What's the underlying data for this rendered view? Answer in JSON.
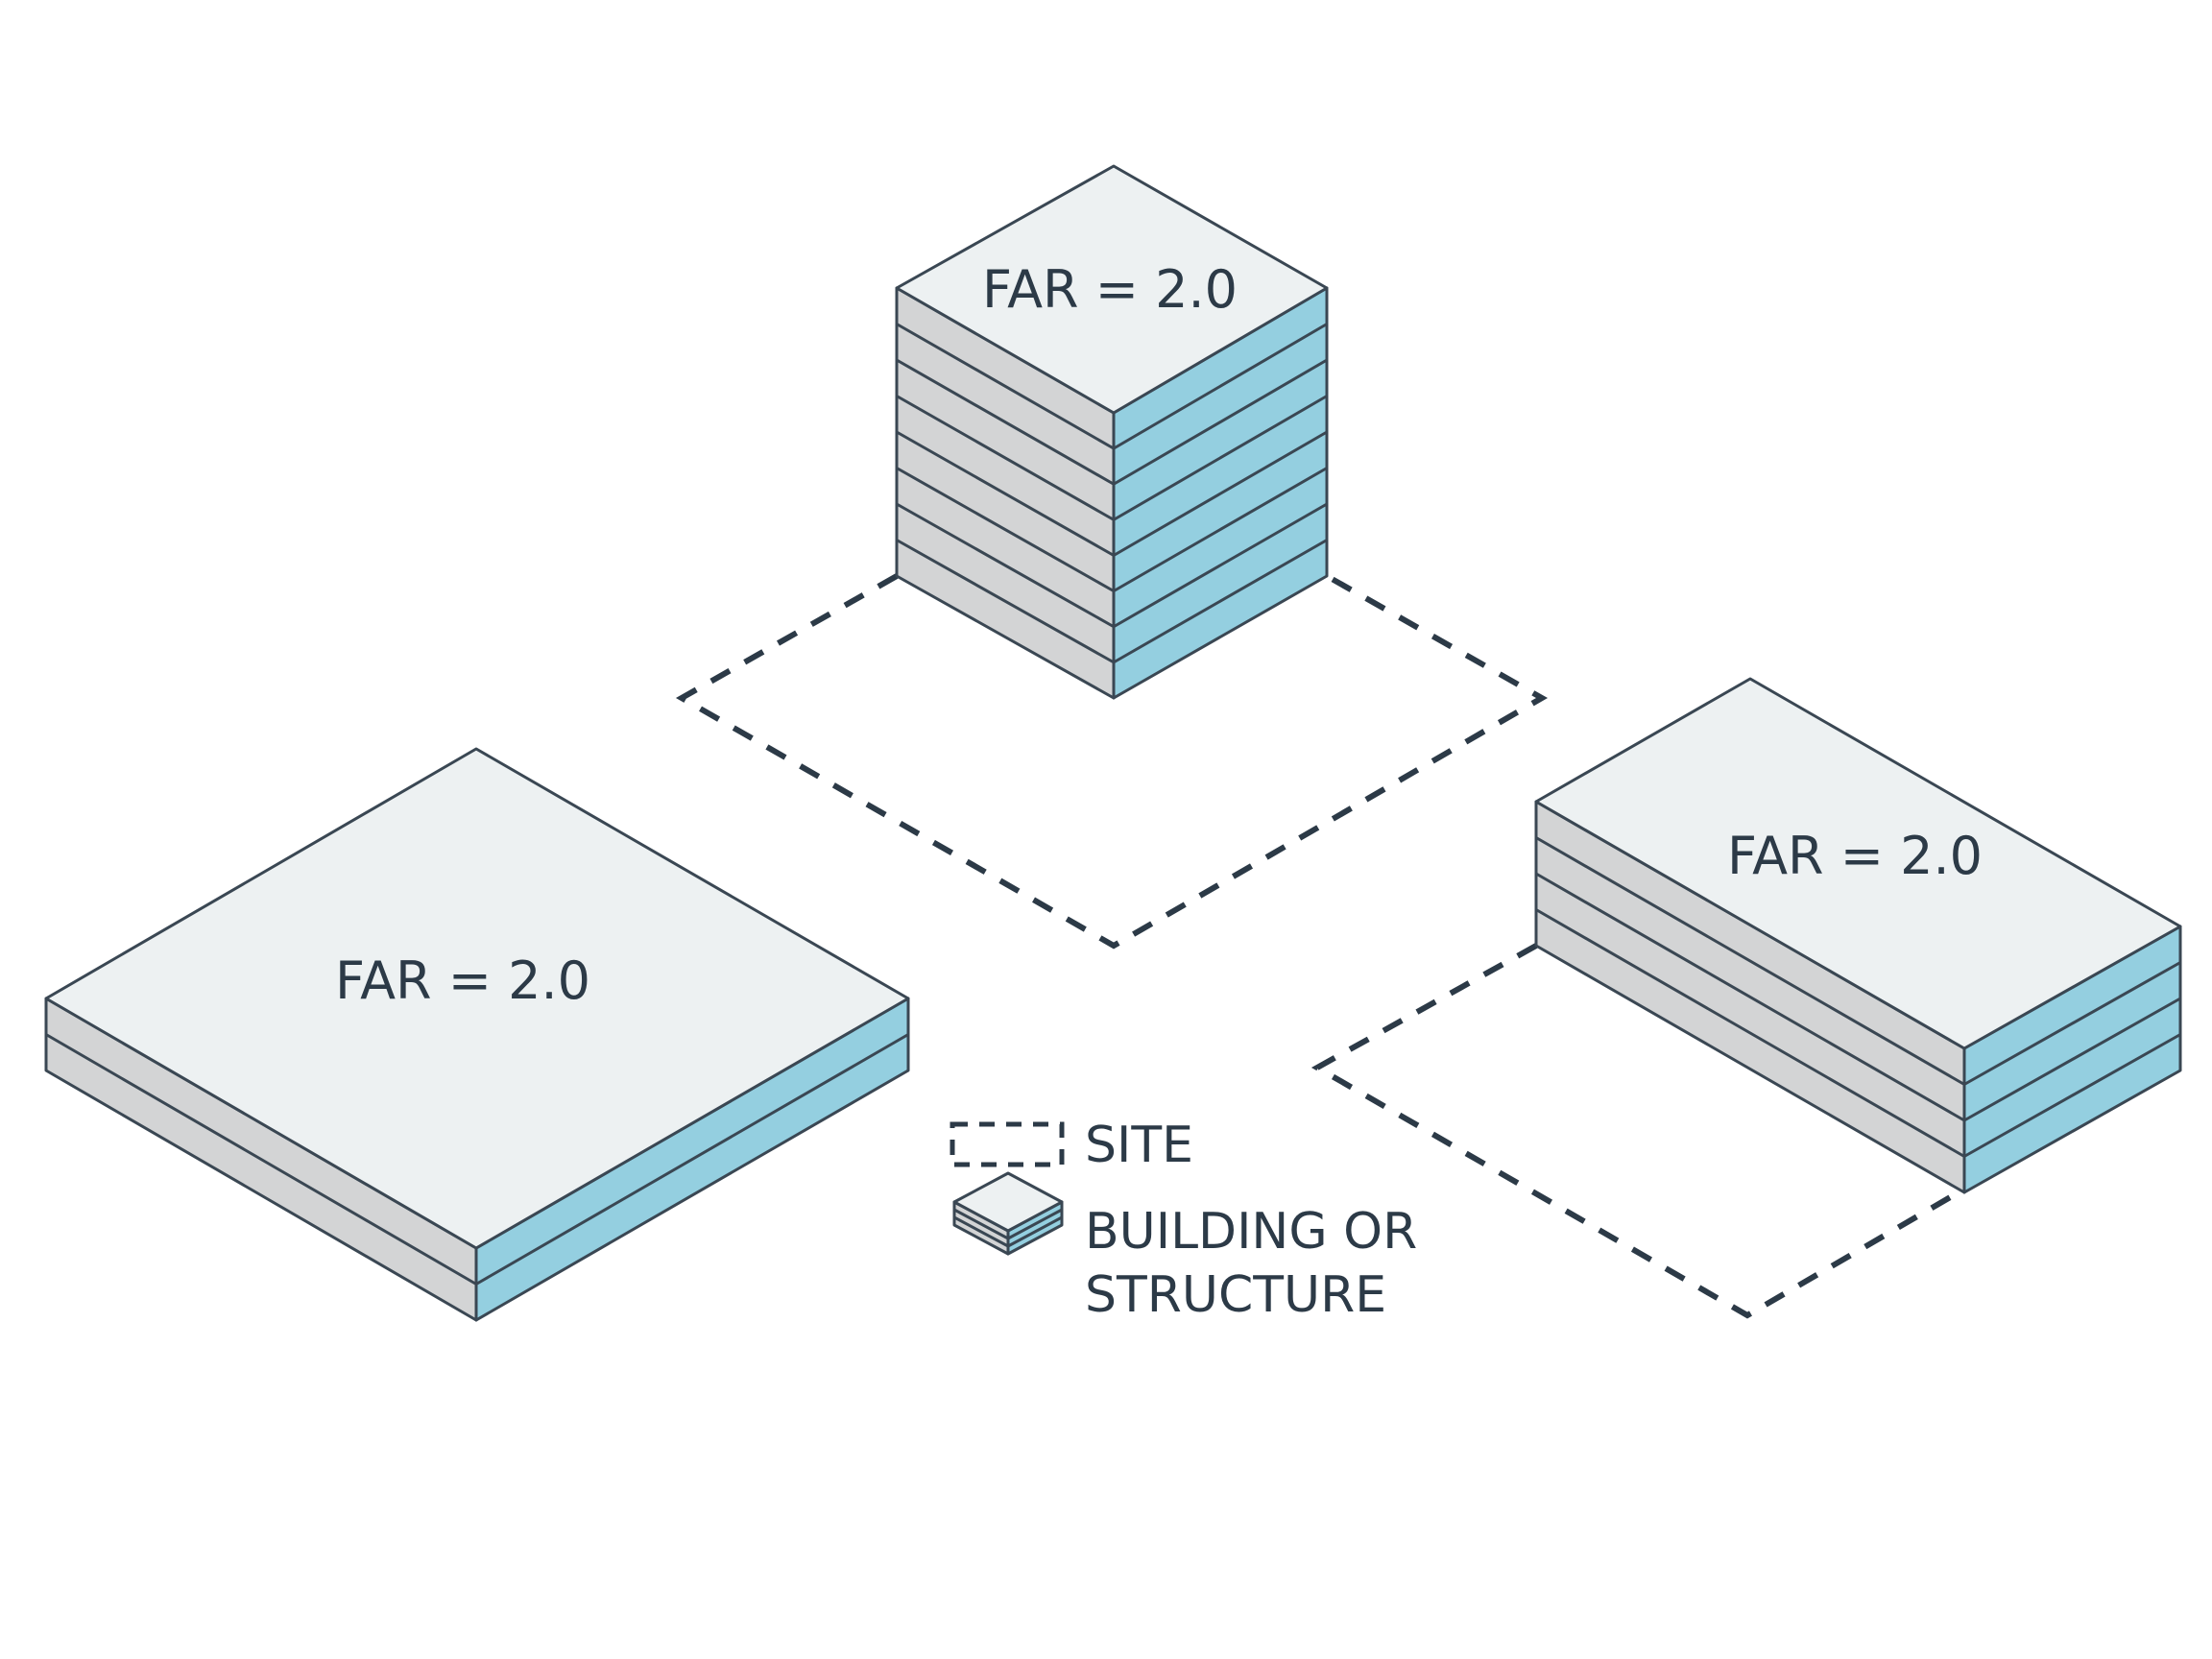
{
  "colors": {
    "top": "#edf1f2",
    "left_face": "#d3d4d5",
    "right_face": "#94cfe0",
    "edge": "#3a4753",
    "site_line": "#2c3a47",
    "text": "#2c3a47"
  },
  "buildings": [
    {
      "id": "tower",
      "far_label": "FAR = 2.0",
      "floors": 8
    },
    {
      "id": "mid-rise",
      "far_label": "FAR = 2.0",
      "floors": 4
    },
    {
      "id": "low-rise",
      "far_label": "FAR = 2.0",
      "floors": 2
    }
  ],
  "legend": {
    "site_label": "SITE",
    "building_label_line1": "BUILDING OR",
    "building_label_line2": "STRUCTURE"
  }
}
